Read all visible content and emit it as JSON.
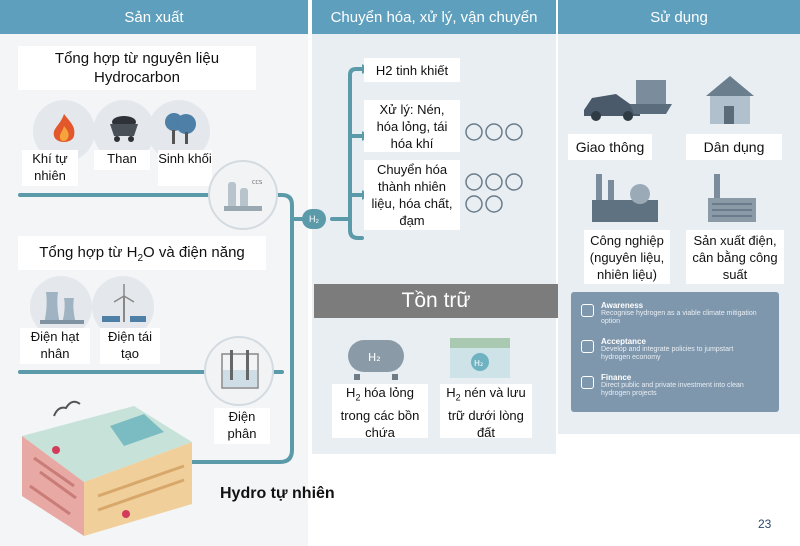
{
  "headers": {
    "production": "Sản xuất",
    "conversion": "Chuyển hóa, xử lý, vận chuyển",
    "use": "Sử dụng"
  },
  "hydrocarbon": {
    "title": "Tổng hợp từ nguyên liệu Hydrocarbon",
    "gas": "Khí tự nhiên",
    "coal": "Than",
    "biomass": "Sinh khối"
  },
  "water": {
    "title_pre": "Tổng hợp từ H",
    "title_sub": "2",
    "title_post": "O và điện năng",
    "nuclear": "Điện hạt nhân",
    "renewable": "Điện tái tạo",
    "electrolysis": "Điện phân"
  },
  "natural": {
    "label": "Hydro tự nhiên"
  },
  "conversion": {
    "h2_node": "H₂",
    "pure": "H2 tinh khiết",
    "process": "Xử lý: Nén, hóa lỏng, tái hóa khí",
    "convert": "Chuyển hóa thành nhiên liệu, hóa chất, đạm"
  },
  "storage": {
    "title": "Tồn trữ",
    "liquid_pre": "H",
    "liquid_sub": "2",
    "liquid_post": " hóa lỏng trong các bồn chứa",
    "compressed_pre": "H",
    "compressed_sub": "2",
    "compressed_post": " nén và lưu trữ dưới lòng đất",
    "tank_label": "H₂",
    "underground_label": "H₂"
  },
  "use": {
    "transport": "Giao thông",
    "residential": "Dân dụng",
    "industry": "Công nghiệp (nguyên liệu, nhiên liệu)",
    "power": "Sản xuất điện, cân bằng công suất"
  },
  "policy": [
    {
      "title": "Awareness",
      "text": "Recognise hydrogen as a viable climate mitigation option"
    },
    {
      "title": "Acceptance",
      "text": "Develop and integrate policies to jumpstart hydrogen economy"
    },
    {
      "title": "Finance",
      "text": "Direct public and private investment into clean hydrogen projects"
    }
  ],
  "page_number": "23",
  "colors": {
    "header": "#5e9fbd",
    "pipe": "#5b9aa8",
    "panel": "#e9eef3",
    "storage": "#7c7c7c",
    "policy": "#7f97ad"
  }
}
